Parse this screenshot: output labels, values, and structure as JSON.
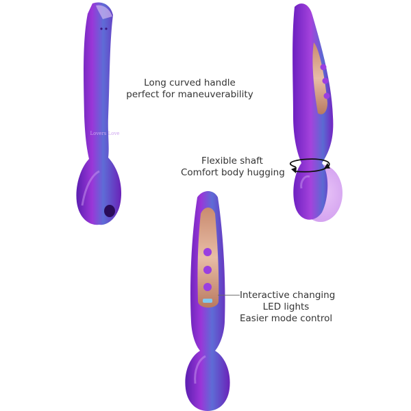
{
  "captions": {
    "handle": {
      "line1": "Long curved handle",
      "line2": "perfect for maneuverability"
    },
    "shaft": {
      "line1": "Flexible shaft",
      "line2": "Comfort body hugging"
    },
    "led": {
      "line1": "Interactive changing",
      "line2": "LED lights",
      "line3": "Easier mode control"
    }
  },
  "colors": {
    "body_purple": "#7a2bd0",
    "body_violet": "#a23ad8",
    "body_blue_sheen": "#4a5bc8",
    "panel_copper": "#d9a487",
    "button_purple": "#9a3fe0",
    "background": "#ffffff",
    "text": "#333333"
  },
  "icons": {
    "rotate_arrow": "curved-rotation-arrow-icon"
  }
}
